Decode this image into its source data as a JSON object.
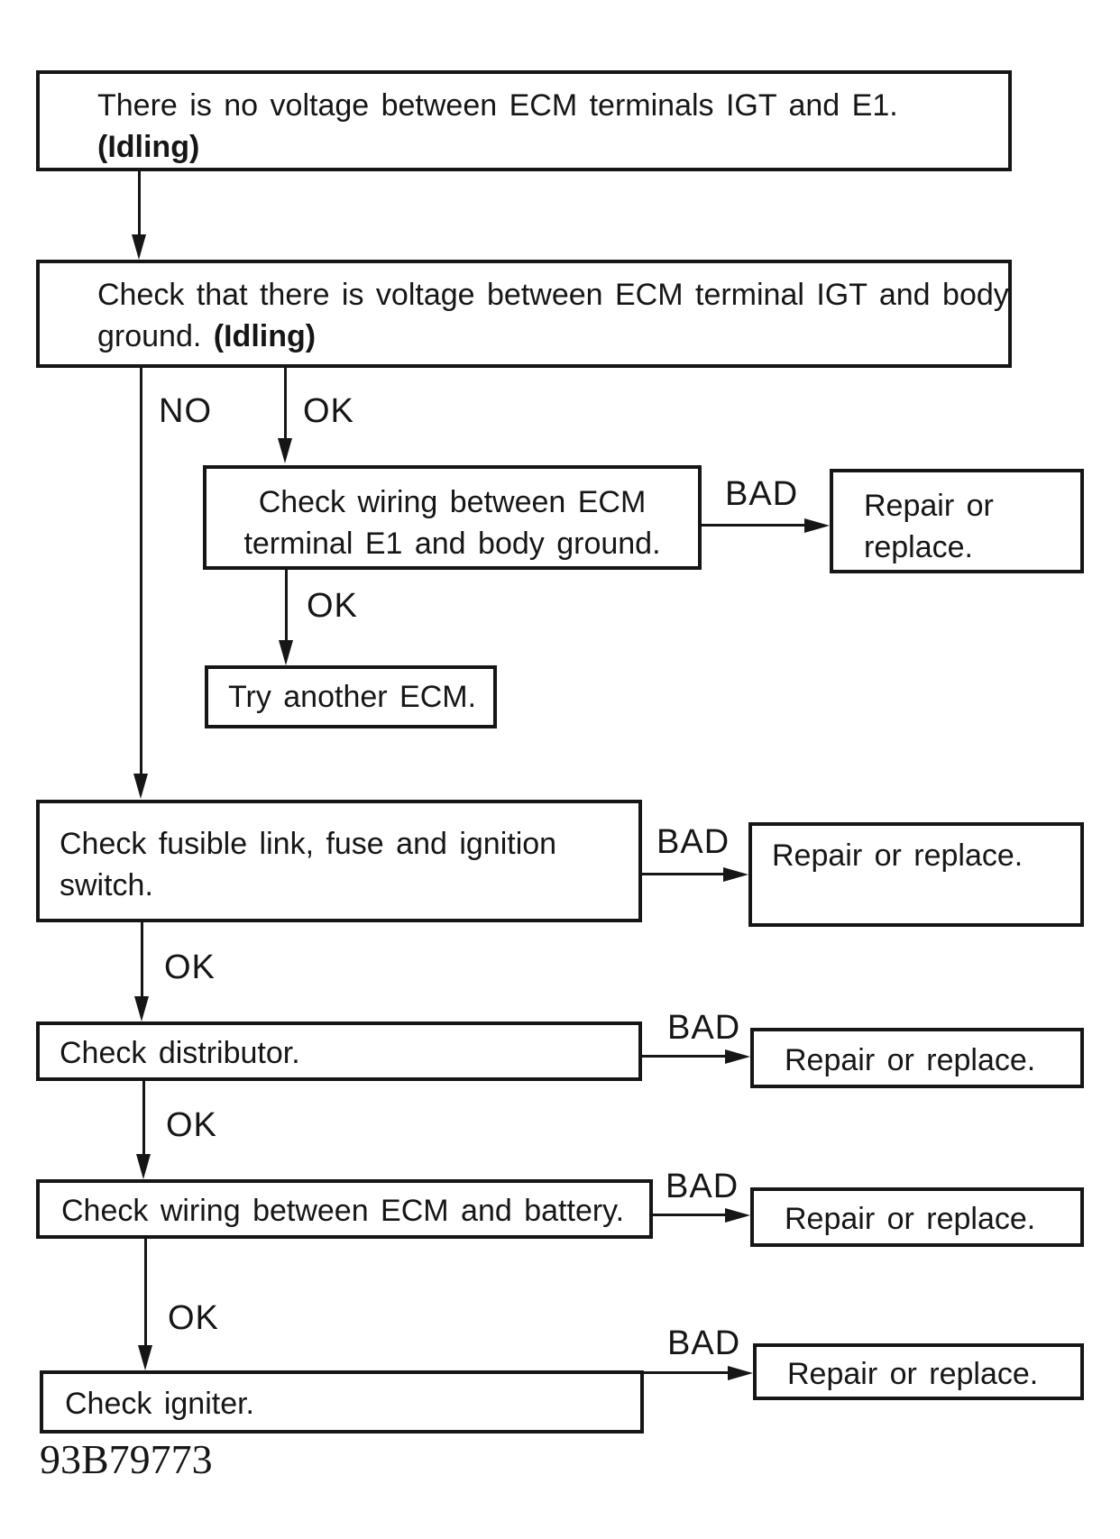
{
  "figure_code": "93B79773",
  "colors": {
    "ink": "#161616",
    "background": "#ffffff"
  },
  "edge_labels": {
    "no": "NO",
    "ok": "OK",
    "bad": "BAD"
  },
  "nodes": {
    "start": {
      "line1": "There is no voltage between ECM terminals IGT and E1.",
      "line2_bold": "(Idling)"
    },
    "check_igt_voltage": {
      "line1": "Check that there is voltage between ECM terminal IGT and body",
      "line2": "ground.",
      "line2_bold": "(Idling)"
    },
    "check_wiring_e1": {
      "line1": "Check wiring between ECM",
      "line2": "terminal E1 and body ground."
    },
    "repair_a": {
      "text": "Repair or replace."
    },
    "try_ecm": {
      "text": "Try another ECM."
    },
    "check_fusible": {
      "line1": "Check fusible link, fuse and ignition",
      "line2": "switch."
    },
    "repair_b": {
      "text": "Repair or replace."
    },
    "check_distributor": {
      "text": "Check distributor."
    },
    "repair_c": {
      "text": "Repair or replace."
    },
    "check_battery_wiring": {
      "text": "Check wiring between ECM and battery."
    },
    "repair_d": {
      "text": "Repair or replace."
    },
    "check_igniter": {
      "text": "Check igniter."
    },
    "repair_e": {
      "text": "Repair or replace."
    }
  }
}
